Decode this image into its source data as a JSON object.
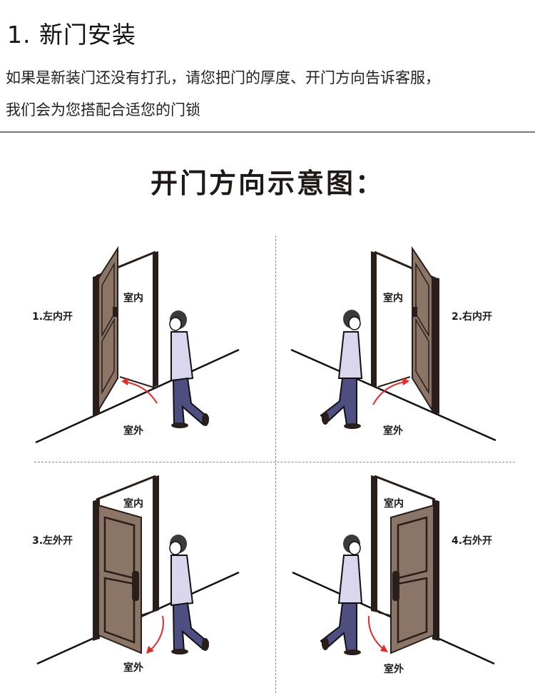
{
  "header": {
    "title": "1. 新门安装",
    "description_line1": "如果是新装门还没有打孔，请您把门的厚度、开门方向告诉客服，",
    "description_line2": "我们会为您搭配合适您的门锁"
  },
  "diagram": {
    "title": "开门方向示意图：",
    "panels": [
      {
        "label": "1.左内开",
        "inside": "室内",
        "outside": "室外"
      },
      {
        "label": "2.右内开",
        "inside": "室内",
        "outside": "室外"
      },
      {
        "label": "3.左外开",
        "inside": "室内",
        "outside": "室外"
      },
      {
        "label": "4.右外开",
        "inside": "室内",
        "outside": "室外"
      }
    ],
    "colors": {
      "door": "#8a7566",
      "frame": "#2a1e1a",
      "shirt": "#d9d6ee",
      "pants": "#4e4e80",
      "arrow": "#e52a2a",
      "divider": "#888888"
    }
  }
}
